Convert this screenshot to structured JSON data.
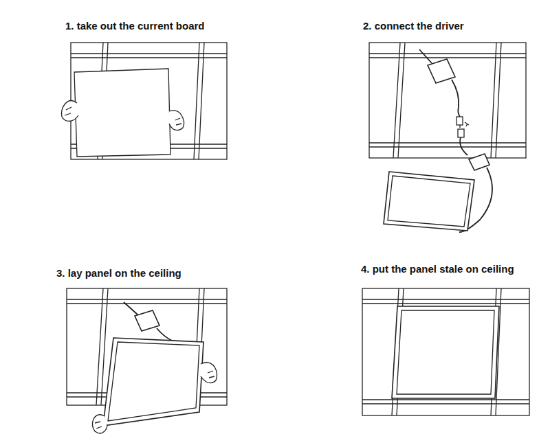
{
  "diagram": {
    "labels": [
      "1. take out the current board",
      "2. connect the driver",
      "3. lay panel on the ceiling",
      "4. put the panel stale on ceiling"
    ]
  }
}
